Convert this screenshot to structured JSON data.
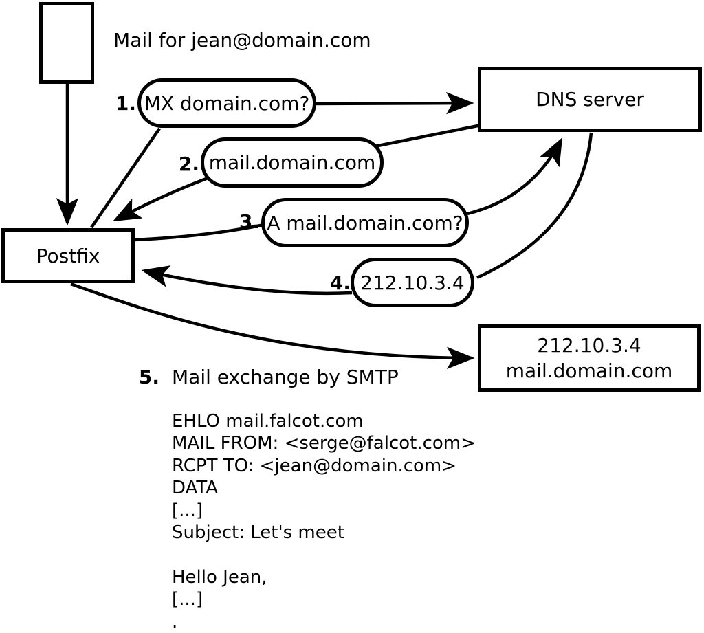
{
  "diagram": {
    "title": "Mail for jean@domain.com",
    "nodes": {
      "postfix": {
        "label": "Postfix"
      },
      "dns_server": {
        "label": "DNS server"
      },
      "mail_server": {
        "line1": "212.10.3.4",
        "line2": "mail.domain.com"
      }
    },
    "steps": [
      {
        "num": "1.",
        "label": "MX domain.com?"
      },
      {
        "num": "2.",
        "label": "mail.domain.com"
      },
      {
        "num": "3.",
        "label": "A mail.domain.com?"
      },
      {
        "num": "4.",
        "label": "212.10.3.4"
      },
      {
        "num": "5.",
        "label": "Mail exchange by SMTP"
      }
    ],
    "smtp_session": [
      "EHLO mail.falcot.com",
      "MAIL FROM: <serge@falcot.com>",
      "RCPT TO: <jean@domain.com>",
      "DATA",
      "[...]",
      "Subject: Let's meet",
      "",
      "Hello Jean,",
      "[...]",
      "."
    ]
  },
  "colors": {
    "ink": "#000000",
    "background": "#ffffff"
  }
}
